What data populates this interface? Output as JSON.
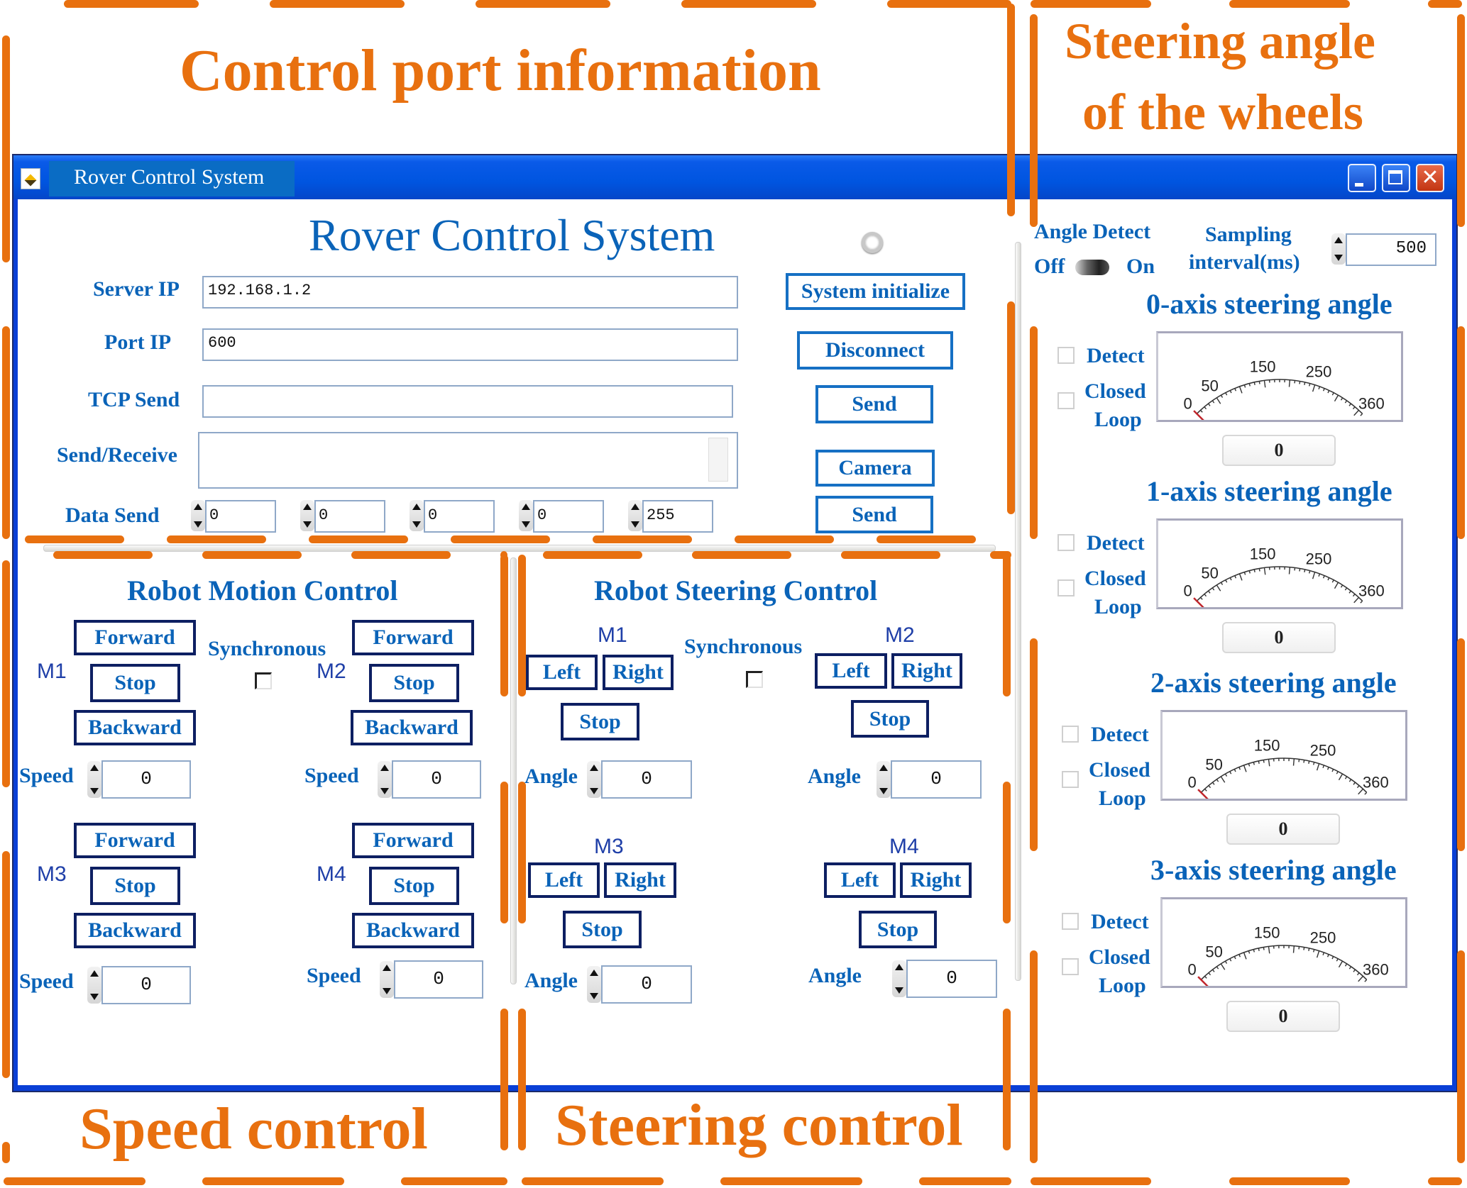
{
  "annotations": {
    "control_port": "Control port information",
    "steering_angle_line1": "Steering angle",
    "steering_angle_line2": "of the wheels",
    "speed_control": "Speed control",
    "steering_control": "Steering control",
    "color": "#e8700f"
  },
  "window": {
    "title": "Rover Control System",
    "controls": [
      "minimize",
      "maximize",
      "close"
    ]
  },
  "control_port": {
    "heading": "Rover Control System",
    "server_ip_label": "Server IP",
    "server_ip_value": "192.168.1.2",
    "port_ip_label": "Port IP",
    "port_ip_value": "600",
    "tcp_send_label": "TCP Send",
    "tcp_send_value": "",
    "send_receive_label": "Send/Receive",
    "send_receive_value": "",
    "data_send_label": "Data Send",
    "data_send_values": [
      "0",
      "0",
      "0",
      "0",
      "255"
    ],
    "buttons": {
      "system_initialize": "System initialize",
      "disconnect": "Disconnect",
      "send": "Send",
      "camera": "Camera",
      "data_send": "Send"
    },
    "status_led": "off"
  },
  "motion_control": {
    "heading": "Robot Motion Control",
    "synchronous_label": "Synchronous",
    "synchronous_checked": false,
    "motors": [
      {
        "name": "M1",
        "forward": "Forward",
        "stop": "Stop",
        "backward": "Backward",
        "speed_label": "Speed",
        "speed": "0"
      },
      {
        "name": "M2",
        "forward": "Forward",
        "stop": "Stop",
        "backward": "Backward",
        "speed_label": "Speed",
        "speed": "0"
      },
      {
        "name": "M3",
        "forward": "Forward",
        "stop": "Stop",
        "backward": "Backward",
        "speed_label": "Speed",
        "speed": "0"
      },
      {
        "name": "M4",
        "forward": "Forward",
        "stop": "Stop",
        "backward": "Backward",
        "speed_label": "Speed",
        "speed": "0"
      }
    ]
  },
  "steering_control": {
    "heading": "Robot Steering Control",
    "synchronous_label": "Synchronous",
    "synchronous_checked": false,
    "motors": [
      {
        "name": "M1",
        "left": "Left",
        "right": "Right",
        "stop": "Stop",
        "angle_label": "Angle",
        "angle": "0"
      },
      {
        "name": "M2",
        "left": "Left",
        "right": "Right",
        "stop": "Stop",
        "angle_label": "Angle",
        "angle": "0"
      },
      {
        "name": "M3",
        "left": "Left",
        "right": "Right",
        "stop": "Stop",
        "angle_label": "Angle",
        "angle": "0"
      },
      {
        "name": "M4",
        "left": "Left",
        "right": "Right",
        "stop": "Stop",
        "angle_label": "Angle",
        "angle": "0"
      }
    ]
  },
  "angle_panel": {
    "angle_detect_label": "Angle Detect",
    "off_label": "Off",
    "on_label": "On",
    "angle_detect_state": "off",
    "sampling_label_line1": "Sampling",
    "sampling_label_line2": "interval(ms)",
    "sampling_interval": "500",
    "detect_label": "Detect",
    "closed_label": "Closed",
    "loop_label": "Loop",
    "gauge_ticks": [
      "0",
      "50",
      "150",
      "250",
      "360"
    ],
    "gauge_range": [
      0,
      360
    ],
    "axes": [
      {
        "title": "0-axis steering angle",
        "value": 0,
        "readout": "0",
        "detect": false,
        "closed_loop": false
      },
      {
        "title": "1-axis steering angle",
        "value": 0,
        "readout": "0",
        "detect": false,
        "closed_loop": false
      },
      {
        "title": "2-axis steering angle",
        "value": 0,
        "readout": "0",
        "detect": false,
        "closed_loop": false
      },
      {
        "title": "3-axis steering angle",
        "value": 0,
        "readout": "0",
        "detect": false,
        "closed_loop": false
      }
    ]
  }
}
